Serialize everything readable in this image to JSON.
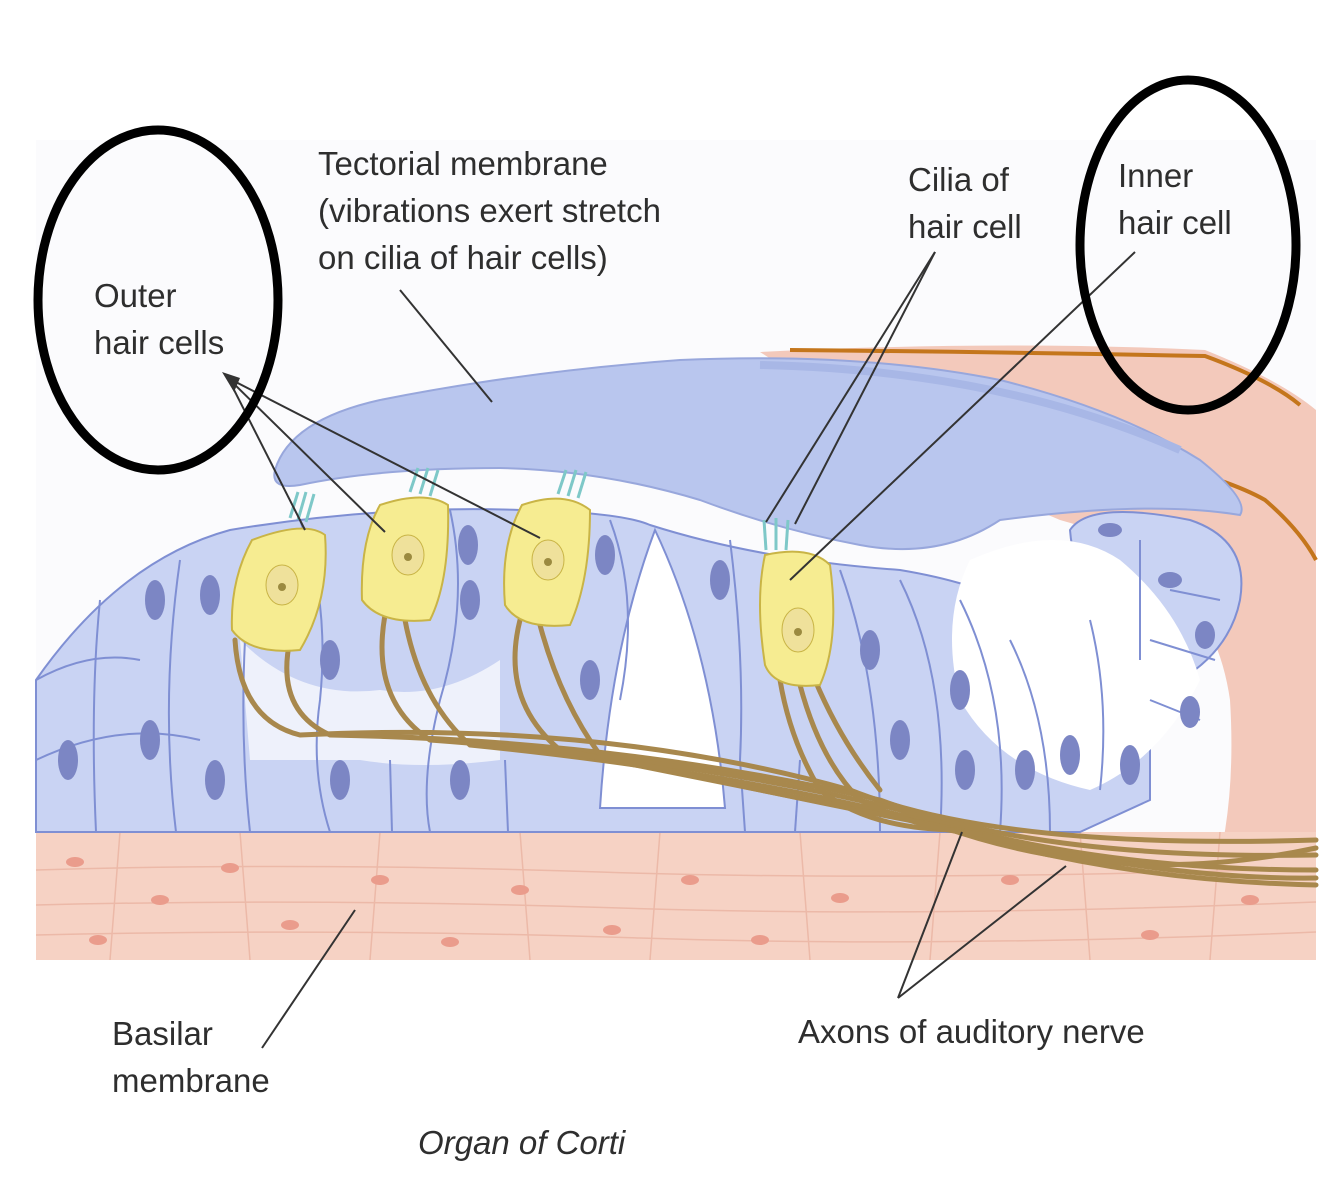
{
  "labels": {
    "tectorial_membrane": [
      "Tectorial membrane",
      "(vibrations exert stretch",
      "on cilia of hair cells)"
    ],
    "cilia_of_hair_cell": [
      "Cilia of",
      "hair cell"
    ],
    "inner_hair_cell": [
      "Inner",
      "hair cell"
    ],
    "outer_hair_cells": [
      "Outer",
      "hair cells"
    ],
    "basilar_membrane": [
      "Basilar",
      "membrane"
    ],
    "axons_of_auditory_nerve": "Axons of auditory nerve"
  },
  "caption": "Organ of Corti",
  "colors": {
    "support_cell": "#c9d3f3",
    "support_cell_outline": "#7f8fd3",
    "nucleus": "#7c86c4",
    "tectorial_membrane": "#b9c6ee",
    "hair_cell": "#f6ec91",
    "hair_cell_outline": "#c9b446",
    "cilia": "#7ec8c8",
    "nerve_fiber": "#a8884d",
    "basilar_membrane": "#f6d2c4",
    "basilar_spot": "#ea9c8c",
    "pink_tissue": "#f3c9bb",
    "border_line": "#c4761c",
    "leader_line": "#333333",
    "highlight_ellipse": "#000000"
  }
}
